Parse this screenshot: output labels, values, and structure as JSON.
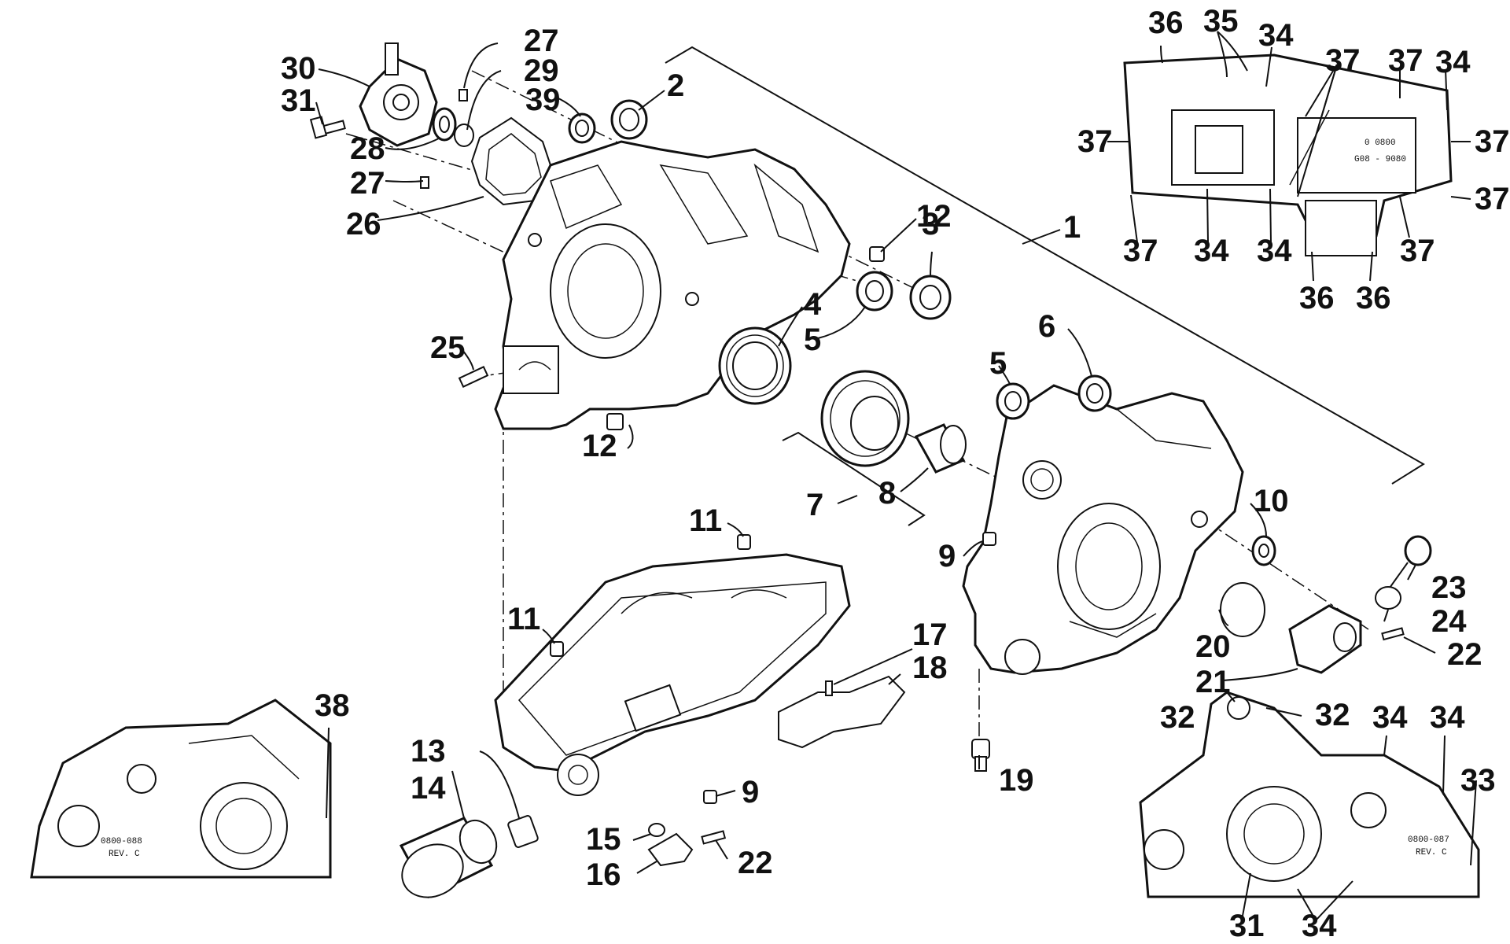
{
  "callouts": {
    "c1": "1",
    "c2": "2",
    "c3": "3",
    "c4": "4",
    "c5a": "5",
    "c5b": "5",
    "c6": "6",
    "c7": "7",
    "c8": "8",
    "c9a": "9",
    "c9b": "9",
    "c10": "10",
    "c11a": "11",
    "c11b": "11",
    "c12a": "12",
    "c12b": "12",
    "c13": "13",
    "c14": "14",
    "c15": "15",
    "c16": "16",
    "c17": "17",
    "c18": "18",
    "c19": "19",
    "c20": "20",
    "c21": "21",
    "c22a": "22",
    "c22b": "22",
    "c23": "23",
    "c24": "24",
    "c25": "25",
    "c26": "26",
    "c27a": "27",
    "c27b": "27",
    "c28": "28",
    "c29": "29",
    "c30": "30",
    "c31a": "31",
    "c31b": "31",
    "c32a": "32",
    "c32b": "32",
    "c33": "33",
    "c34a": "34",
    "c34b": "34",
    "c34c": "34",
    "c34d": "34",
    "c34e": "34",
    "c34f": "34",
    "c34g": "34",
    "c35": "35",
    "c36a": "36",
    "c36b": "36",
    "c36c": "36",
    "c37a": "37",
    "c37b": "37",
    "c37c": "37",
    "c37d": "37",
    "c37e": "37",
    "c37f": "37",
    "c37g": "37",
    "c38": "38",
    "c39": "39"
  },
  "stamps": {
    "top_a": "0 0800",
    "top_b": "G08 - 9080",
    "left_a": "0800-088",
    "left_b": "REV. C",
    "right_a": "0800-087",
    "right_b": "REV. C"
  }
}
